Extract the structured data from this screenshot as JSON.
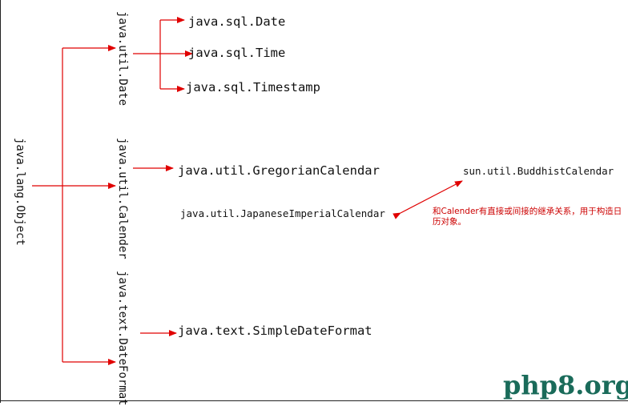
{
  "colors": {
    "connector": "#e00000",
    "note_text": "#cc0000",
    "label_text": "#111111",
    "watermark": "#1a6b5a"
  },
  "nodes": {
    "root": "java.lang.Object",
    "util_date": "java.util.Date",
    "util_calender": "java.util.Calender",
    "text_dateformat": "java.text.DateFormat",
    "sql_date": "java.sql.Date",
    "sql_time": "java.sql.Time",
    "sql_timestamp": "java.sql.Timestamp",
    "gregorian": "java.util.GregorianCalendar",
    "buddhist": "sun.util.BuddhistCalendar",
    "japanese": "java.util.JapaneseImperialCalendar",
    "simpledateformat": "java.text.SimpleDateFormat"
  },
  "note": "和Calender有直接或间接的继承关系，用于构造日历对象。",
  "watermark": "php8.org"
}
